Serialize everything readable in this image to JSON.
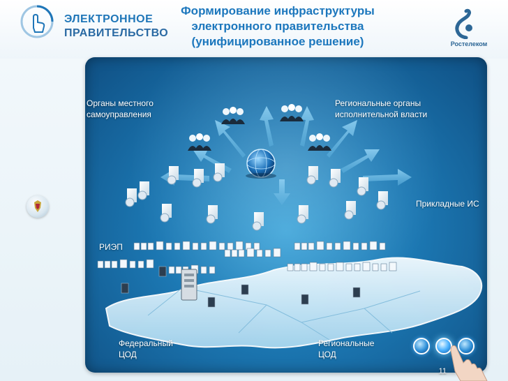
{
  "header": {
    "logo_line1": "ЭЛЕКТРОННОЕ",
    "logo_line2": "ПРАВИТЕЛЬСТВО",
    "title_line1": "Формирование инфраструктуры",
    "title_line2": "электронного правительства",
    "title_line3": "(унифицированное решение)",
    "brand": "Ростелеком"
  },
  "labels": {
    "local_gov_1": "Органы местного",
    "local_gov_2": "самоуправления",
    "regional_gov_1": "Региональные органы",
    "regional_gov_2": "исполнительной власти",
    "applied_is": "Прикладные ИС",
    "rieap": "РИЭП",
    "federal_dc_1": "Федеральный",
    "federal_dc_2": "ЦОД",
    "regional_dc_1": "Региональные",
    "regional_dc_2": "ЦОД"
  },
  "page_number": "11",
  "colors": {
    "title": "#1c77bd",
    "panel_dark": "#0f4f83",
    "panel_light": "#3aa3d9",
    "brand": "#2d6796",
    "map": "#dff3fb"
  },
  "icons": {
    "logo": "touch-hand-icon",
    "brand": "rostelecom-swirl-icon",
    "emblem": "coat-of-arms-icon",
    "hub": "globe-icon",
    "users": "user-group-icon",
    "apps": "document-disc-icon",
    "servers": "server-rack-icon",
    "nav": "hand-pointer-icon"
  }
}
